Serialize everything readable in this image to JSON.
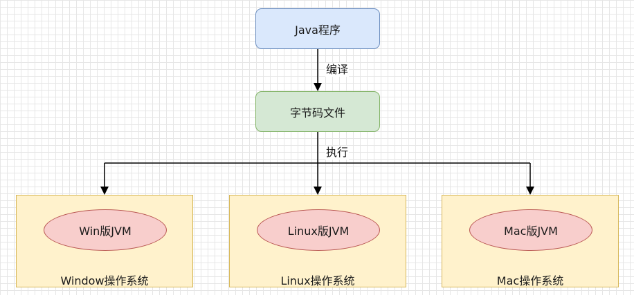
{
  "diagram": {
    "java_program": "Java程序",
    "compile_label": "编译",
    "bytecode_file": "字节码文件",
    "execute_label": "执行",
    "platforms": [
      {
        "jvm": "Win版JVM",
        "os": "Window操作系统"
      },
      {
        "jvm": "Linux版JVM",
        "os": "Linux操作系统"
      },
      {
        "jvm": "Mac版JVM",
        "os": "Mac操作系统"
      }
    ]
  },
  "colors": {
    "java_fill": "#dae8fc",
    "java_stroke": "#6c8ebf",
    "bytecode_fill": "#d5e8d4",
    "bytecode_stroke": "#82b366",
    "os_fill": "#fff2cc",
    "os_stroke": "#d6b656",
    "jvm_fill": "#f8cecc",
    "jvm_stroke": "#b85450",
    "edge": "#000000"
  }
}
